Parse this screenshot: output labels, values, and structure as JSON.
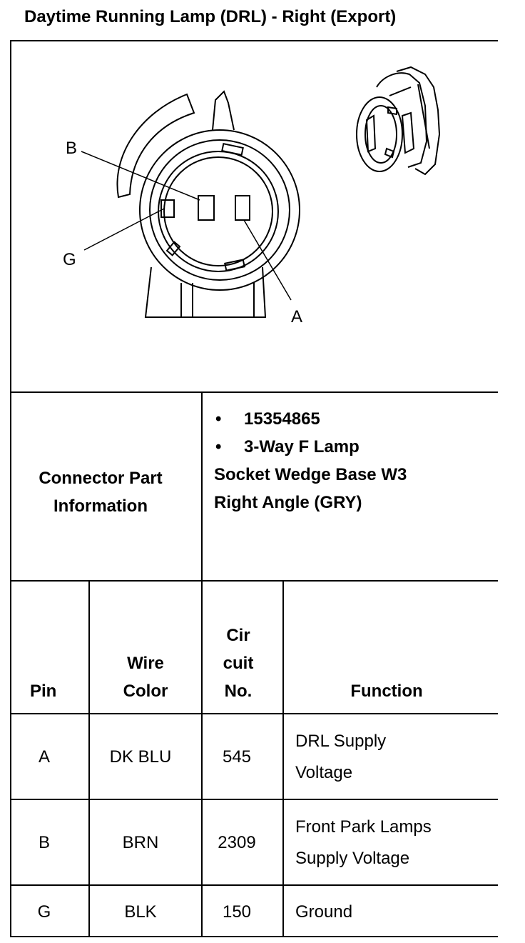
{
  "title": "Daytime Running Lamp (DRL) - Right (Export)",
  "diagram": {
    "pin_labels": {
      "b": "B",
      "g": "G",
      "a": "A"
    },
    "connector_icon": "connector-end-view-icon",
    "part_icon": "connector-3d-view-icon"
  },
  "connector_info": {
    "label_line1": "Connector Part",
    "label_line2": "Information",
    "bullets": [
      "15354865",
      "3-Way F Lamp"
    ],
    "lines": [
      "Socket Wedge Base W3",
      "Right Angle (GRY)"
    ]
  },
  "table": {
    "headers": {
      "pin": "Pin",
      "wire_line1": "Wire",
      "wire_line2": "Color",
      "circuit_line1": "Cir",
      "circuit_line2": "cuit",
      "circuit_line3": "No.",
      "function": "Function"
    },
    "rows": [
      {
        "pin": "A",
        "wire": "DK BLU",
        "circuit": "545",
        "function_line1": "DRL Supply",
        "function_line2": "Voltage"
      },
      {
        "pin": "B",
        "wire": "BRN",
        "circuit": "2309",
        "function_line1": "Front Park Lamps",
        "function_line2": "Supply Voltage"
      },
      {
        "pin": "G",
        "wire": "BLK",
        "circuit": "150",
        "function_line1": "Ground",
        "function_line2": ""
      }
    ]
  }
}
